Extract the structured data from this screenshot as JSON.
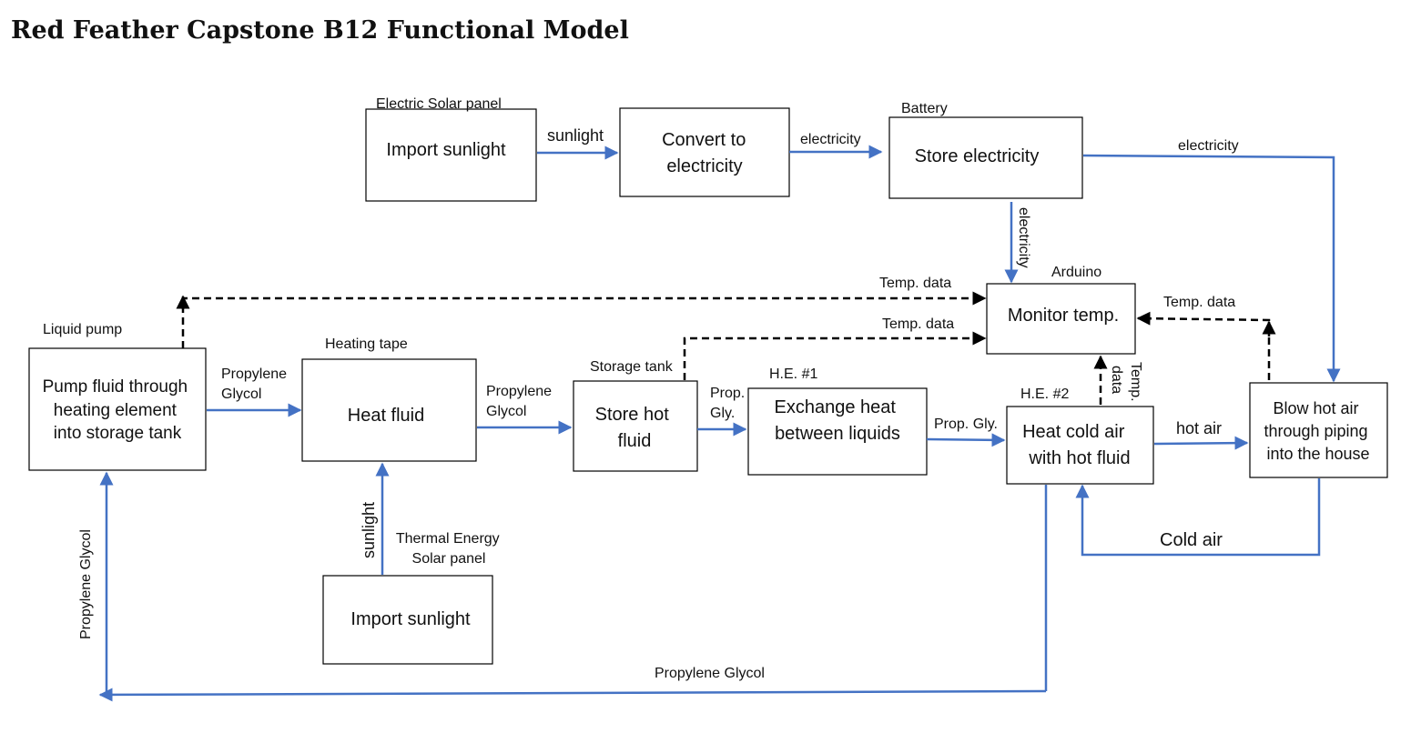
{
  "title": "Red Feather Capstone B12 Functional Model",
  "colors": {
    "flow": "#4472C4",
    "signal": "#000000",
    "box_border": "#000000"
  },
  "components": {
    "solar_electric": "Electric Solar panel",
    "battery": "Battery",
    "arduino": "Arduino",
    "pump": "Liquid pump",
    "heating_tape": "Heating tape",
    "storage_tank": "Storage tank",
    "he1": "H.E. #1",
    "he2": "H.E. #2",
    "solar_thermal": [
      "Thermal Energy",
      "Solar panel"
    ]
  },
  "functions": {
    "import_sunlight_top": [
      "Import sunlight"
    ],
    "convert": [
      "Convert to",
      "electricity"
    ],
    "store_electricity": [
      "Store electricity"
    ],
    "monitor": [
      "Monitor temp."
    ],
    "pump_fluid": [
      "Pump fluid through",
      "heating element",
      "into storage tank"
    ],
    "heat_fluid": [
      "Heat fluid"
    ],
    "store_hot": [
      "Store hot",
      "fluid"
    ],
    "exchange": [
      "Exchange heat",
      "between liquids"
    ],
    "heat_air": [
      "Heat cold air",
      "with hot fluid"
    ],
    "blow_air": [
      "Blow hot air",
      "through piping",
      "into the house"
    ],
    "import_sunlight_bottom": [
      "Import sunlight"
    ]
  },
  "flows": {
    "sunlight_top": "sunlight",
    "elec1": "electricity",
    "elec_right": "electricity",
    "elec_down": "electricity",
    "temp_pump": "Temp. data",
    "temp_tank": "Temp. data",
    "temp_blow": "Temp. data",
    "temp_he2": [
      "Temp.",
      "data"
    ],
    "pg1": [
      "Propylene",
      "Glycol"
    ],
    "pg2": [
      "Propylene",
      "Glycol"
    ],
    "pg3": [
      "Prop.",
      "Gly."
    ],
    "pg4": "Prop. Gly.",
    "hot_air": "hot air",
    "cold_air": "Cold air",
    "sunlight_bottom": "sunlight",
    "pg_return_bottom": "Propylene Glycol",
    "pg_return_left": "Propylene Glycol"
  }
}
